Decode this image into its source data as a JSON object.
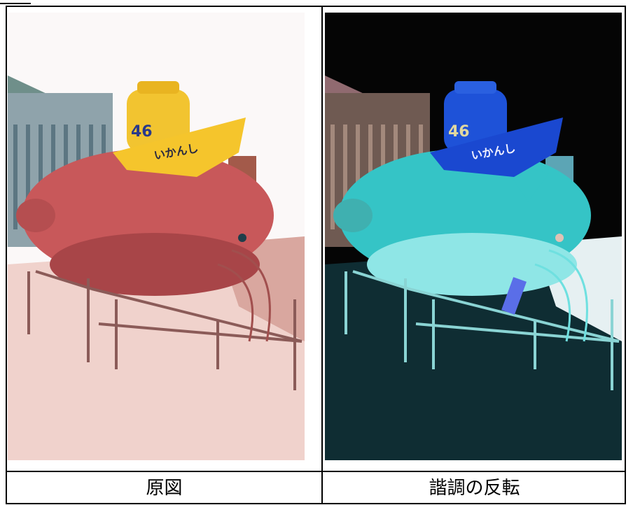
{
  "captions": {
    "original": "原図",
    "inverted": "諧調の反転"
  },
  "boat_text": {
    "number": "46",
    "name": "いかんし"
  },
  "colors": {
    "sky_original": "#fbf8f8",
    "hull_original": "#c8585a",
    "tower_original": "#f2c430",
    "sky_inverted": "#050505",
    "hull_inverted": "#35c4c6",
    "tower_inverted": "#1e52d8"
  }
}
